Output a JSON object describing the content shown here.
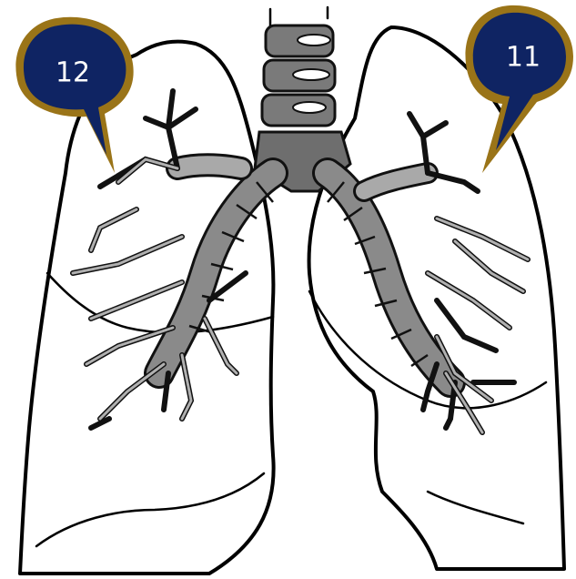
{
  "figure": {
    "colors": {
      "outline": "#000000",
      "airway_dark": "#6e6e6e",
      "airway_light": "#a9a9a9",
      "vertebra": "#7a7a7a",
      "callout_fill": "#0f2463",
      "callout_border": "#9a7418",
      "callout_text": "#ffffff"
    },
    "callouts": [
      {
        "id": "left",
        "label": "12"
      },
      {
        "id": "right",
        "label": "11"
      }
    ]
  }
}
